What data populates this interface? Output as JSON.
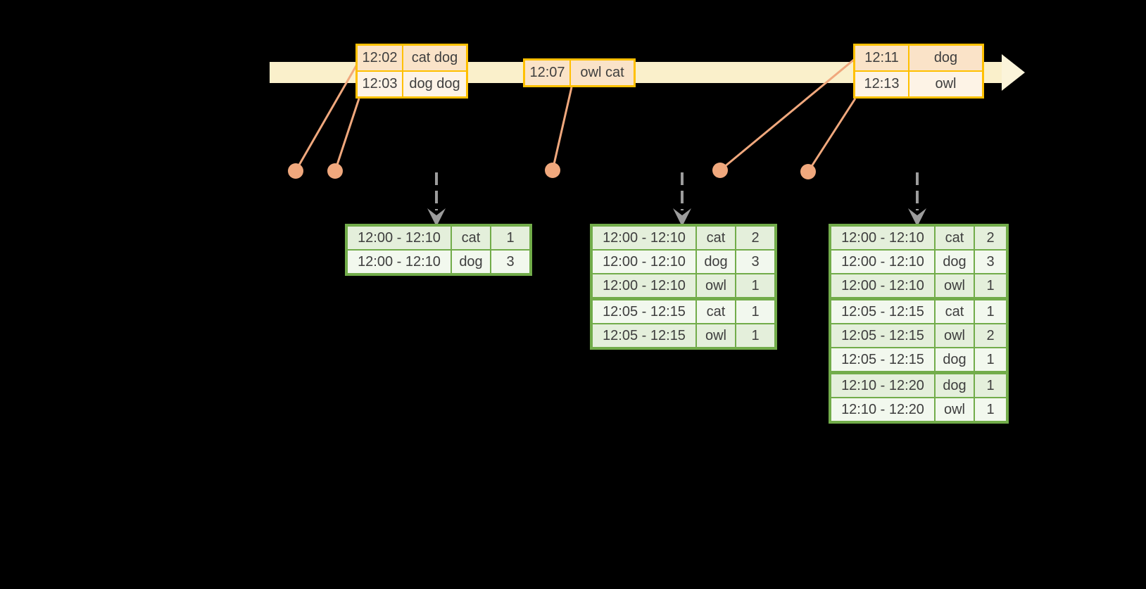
{
  "colors": {
    "background": "#000000",
    "timeline_fill": "#FAF0CB",
    "arrowhead_fill": "#FBF4DA",
    "event_border": "#FFC000",
    "event_row_dark": "#FAE3C8",
    "event_row_light": "#FDF3E6",
    "marker": "#F0A87D",
    "dashed_arrow": "#9C9C9C",
    "result_border": "#72AC4A",
    "result_row_dark": "#E4EFDB",
    "result_row_light": "#F2F8EE",
    "text": "#3E3E3E"
  },
  "event_tables": [
    {
      "rows": [
        {
          "time": "12:02",
          "words": "cat dog"
        },
        {
          "time": "12:03",
          "words": "dog dog"
        }
      ]
    },
    {
      "rows": [
        {
          "time": "12:07",
          "words": "owl cat"
        }
      ]
    },
    {
      "rows": [
        {
          "time": "12:11",
          "words": "dog"
        },
        {
          "time": "12:13",
          "words": "owl"
        }
      ]
    }
  ],
  "result_tables": [
    {
      "rows": [
        {
          "window": "12:00 - 12:10",
          "word": "cat",
          "count": "1"
        },
        {
          "window": "12:00 - 12:10",
          "word": "dog",
          "count": "3"
        }
      ]
    },
    {
      "rows": [
        {
          "window": "12:00 - 12:10",
          "word": "cat",
          "count": "2"
        },
        {
          "window": "12:00 - 12:10",
          "word": "dog",
          "count": "3"
        },
        {
          "window": "12:00 - 12:10",
          "word": "owl",
          "count": "1"
        },
        {
          "window": "12:05 - 12:15",
          "word": "cat",
          "count": "1"
        },
        {
          "window": "12:05 - 12:15",
          "word": "owl",
          "count": "1"
        }
      ]
    },
    {
      "rows": [
        {
          "window": "12:00 - 12:10",
          "word": "cat",
          "count": "2"
        },
        {
          "window": "12:00 - 12:10",
          "word": "dog",
          "count": "3"
        },
        {
          "window": "12:00 - 12:10",
          "word": "owl",
          "count": "1"
        },
        {
          "window": "12:05 - 12:15",
          "word": "cat",
          "count": "1"
        },
        {
          "window": "12:05 - 12:15",
          "word": "owl",
          "count": "2"
        },
        {
          "window": "12:05 - 12:15",
          "word": "dog",
          "count": "1"
        },
        {
          "window": "12:10 - 12:20",
          "word": "dog",
          "count": "1"
        },
        {
          "window": "12:10 - 12:20",
          "word": "owl",
          "count": "1"
        }
      ]
    }
  ]
}
